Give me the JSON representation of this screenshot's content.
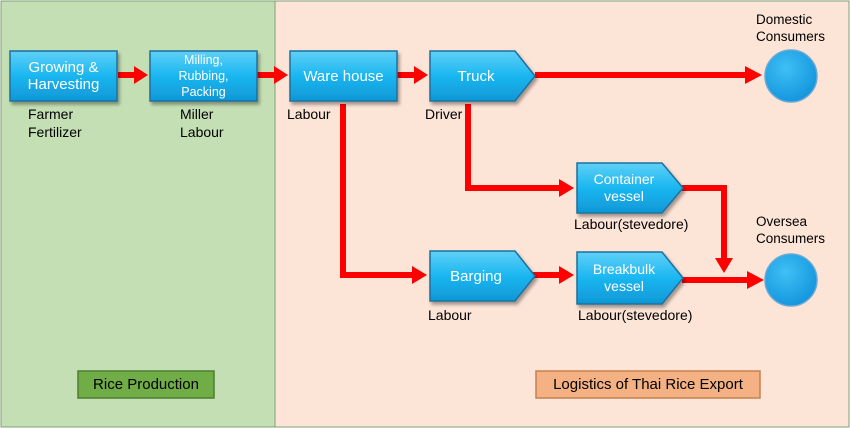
{
  "colors": {
    "left_panel": "#c5dfb4",
    "right_panel": "#fce4d6",
    "box_fill": "#1ab6f0",
    "box_stroke": "#1f6f9e",
    "arrow": "#ff0000",
    "circle": "#1aa3e8",
    "rice_tag_fill": "#70ad47",
    "logistics_tag_fill": "#f4b183"
  },
  "sections": {
    "production": "Rice Production",
    "logistics": "Logistics of Thai Rice Export"
  },
  "nodes": {
    "growing": {
      "label": "Growing & Harvesting",
      "actors": [
        "Farmer",
        "Fertilizer"
      ]
    },
    "milling": {
      "label": "Milling, Rubbing, Packing",
      "actors": [
        "Miller",
        "Labour"
      ]
    },
    "warehouse": {
      "label": "Ware house",
      "actors": [
        "Labour"
      ]
    },
    "truck": {
      "label": "Truck",
      "actors": [
        "Driver"
      ]
    },
    "container": {
      "label": "Container vessel",
      "actors": [
        "Labour(stevedore)"
      ]
    },
    "barging": {
      "label": "Barging",
      "actors": [
        "Labour"
      ]
    },
    "breakbulk": {
      "label": "Breakbulk vessel",
      "actors": [
        "Labour(stevedore)"
      ]
    }
  },
  "consumers": {
    "domestic": "Domestic Consumers",
    "oversea": "Oversea Consumers"
  }
}
